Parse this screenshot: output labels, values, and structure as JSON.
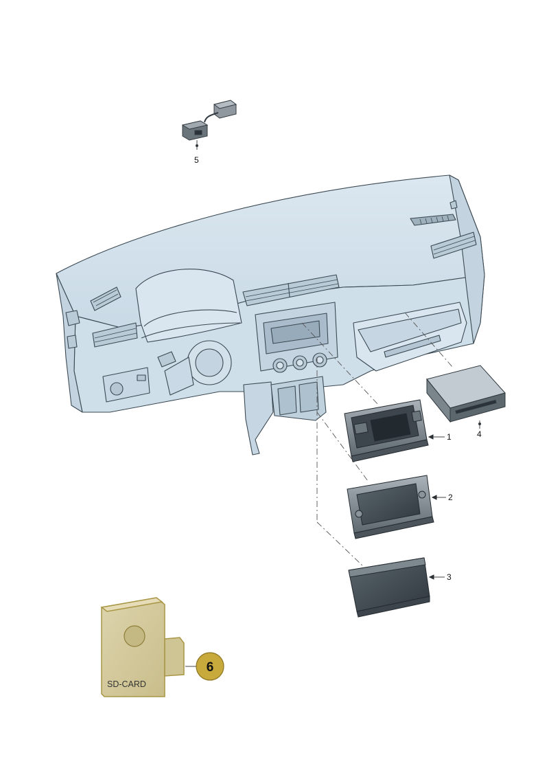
{
  "diagram": {
    "callouts": [
      {
        "id": "1",
        "label": "1"
      },
      {
        "id": "2",
        "label": "2"
      },
      {
        "id": "3",
        "label": "3"
      },
      {
        "id": "4",
        "label": "4"
      },
      {
        "id": "5",
        "label": "5"
      },
      {
        "id": "6",
        "label": "6"
      }
    ],
    "sd_card_label": "SD-CARD"
  },
  "colors": {
    "dashboard_fill": "#d6e4ee",
    "outline": "#3a4852",
    "part_dark": "#4a555d",
    "part_mid": "#8a949b",
    "sd_fill": "#d4cba0",
    "sd_outline": "#a89645",
    "badge_fill": "#c8a93c"
  }
}
